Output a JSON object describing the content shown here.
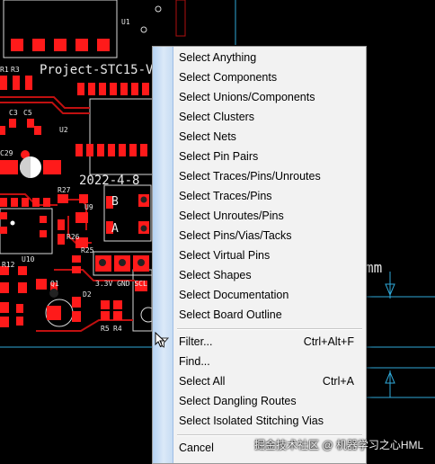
{
  "board": {
    "project_label": "Project-STC15-V",
    "date_label": "2022-4-8",
    "designators": {
      "u1": "U1",
      "u2": "U2",
      "u9": "U9",
      "u10": "U10",
      "r1": "R1",
      "r3": "R3",
      "c3": "C3",
      "c5": "C5",
      "c29": "C29",
      "r27": "R27",
      "r26": "R26",
      "r25": "R25",
      "r12": "R12",
      "q1": "Q1",
      "d2": "D2",
      "r5": "R5",
      "r4": "R4",
      "b": "B",
      "a": "A"
    },
    "pin_label": "3.3V GND SCL",
    "dimension_unit": "mm"
  },
  "context_menu": {
    "group1": [
      "Select Anything",
      "Select Components",
      "Select Unions/Components",
      "Select Clusters",
      "Select Nets",
      "Select Pin Pairs",
      "Select Traces/Pins/Unroutes",
      "Select Traces/Pins",
      "Select Unroutes/Pins",
      "Select Pins/Vias/Tacks",
      "Select Virtual Pins",
      "Select Shapes",
      "Select Documentation",
      "Select Board Outline"
    ],
    "filter": {
      "label": "Filter...",
      "shortcut": "Ctrl+Alt+F",
      "icon": "filter-icon"
    },
    "find": {
      "label": "Find..."
    },
    "select_all": {
      "label": "Select All",
      "shortcut": "Ctrl+A"
    },
    "dangling": {
      "label": "Select Dangling Routes"
    },
    "stitching": {
      "label": "Select Isolated Stitching Vias"
    },
    "cancel": {
      "label": "Cancel"
    }
  },
  "watermark": "掘金技术社区 @ 机器学习之心HML",
  "colors": {
    "pcb_background": "#000000",
    "pad": "#ff1a1a",
    "silkscreen": "#e8e8e8",
    "trace": "#00c8ff",
    "menu_gutter": "#c6dcf3"
  }
}
